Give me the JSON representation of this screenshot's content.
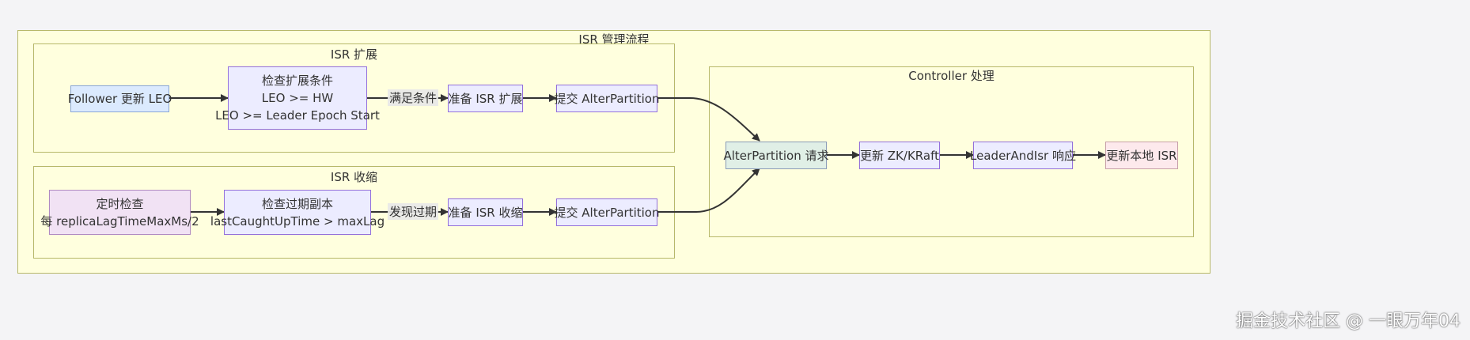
{
  "clusters": {
    "outer": "ISR 管理流程",
    "expand": "ISR 扩展",
    "shrink": "ISR 收缩",
    "controller": "Controller 处理"
  },
  "nodes": {
    "follower_update": "Follower 更新 LEO",
    "check_expand": [
      "检查扩展条件",
      "LEO >= HW",
      "LEO >= Leader Epoch Start"
    ],
    "prepare_expand": "准备 ISR 扩展",
    "submit_expand": "提交 AlterPartition",
    "timer_check": [
      "定时检查",
      "每 replicaLagTimeMaxMs/2"
    ],
    "check_expired": [
      "检查过期副本",
      "lastCaughtUpTime > maxLag"
    ],
    "prepare_shrink": "准备 ISR 收缩",
    "submit_shrink": "提交 AlterPartition",
    "alter_request": "AlterPartition 请求",
    "update_zk": "更新 ZK/KRaft",
    "leader_and_isr": "LeaderAndIsr 响应",
    "update_local": "更新本地 ISR"
  },
  "edge_labels": {
    "condition_met": "满足条件",
    "expired_found": "发现过期"
  },
  "watermark": "掘金技术社区 @ 一眼万年04"
}
